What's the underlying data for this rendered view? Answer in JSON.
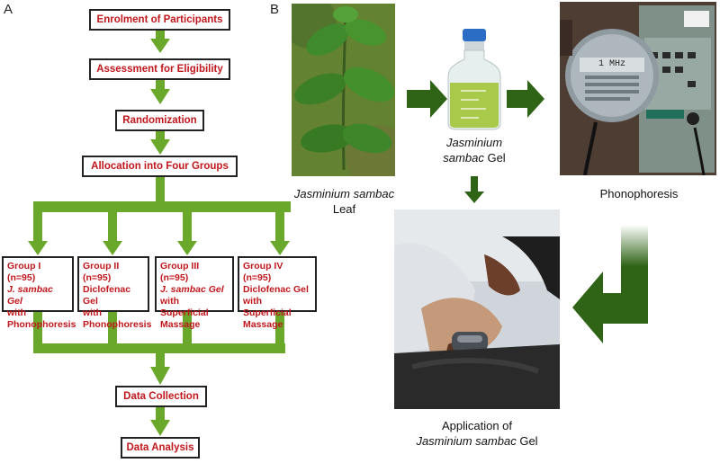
{
  "panel_a": {
    "label": "A",
    "steps": {
      "enrolment": "Enrolment of Participants",
      "eligibility": "Assessment for Eligibility",
      "randomization": "Randomization",
      "allocation": "Allocation into Four Groups",
      "collection": "Data Collection",
      "analysis": "Data Analysis"
    },
    "groups": [
      {
        "line1": "Group I (n=95)",
        "line2": "J. sambac Gel",
        "line3": "with",
        "line4": "Phonophoresis"
      },
      {
        "line1": "Group II (n=95)",
        "line2": "Diclofenac Gel",
        "line3": "with",
        "line4": "Phonophoresis"
      },
      {
        "line1": "Group III (n=95)",
        "line2": "J. sambac Gel",
        "line3": "with Superficial",
        "line4": "Massage"
      },
      {
        "line1": "Group IV (n=95)",
        "line2": "Diclofenac Gel",
        "line3": "with Superficial",
        "line4": "Massage"
      }
    ]
  },
  "panel_b": {
    "label": "B",
    "leaf_caption": {
      "italic": "Jasminium sambac",
      "plain": "Leaf"
    },
    "gel_caption": {
      "italic": "Jasminium sambac",
      "plain": "Gel"
    },
    "phono_caption": "Phonophoresis",
    "application_caption": {
      "line1": "Application of",
      "italic": "Jasminium sambac",
      "plain": "Gel"
    },
    "device_text": "1 MHz"
  },
  "colors": {
    "flow_arrow": "#6aa82c",
    "box_text": "#c0171c",
    "dark_arrow": "#2f6417"
  }
}
